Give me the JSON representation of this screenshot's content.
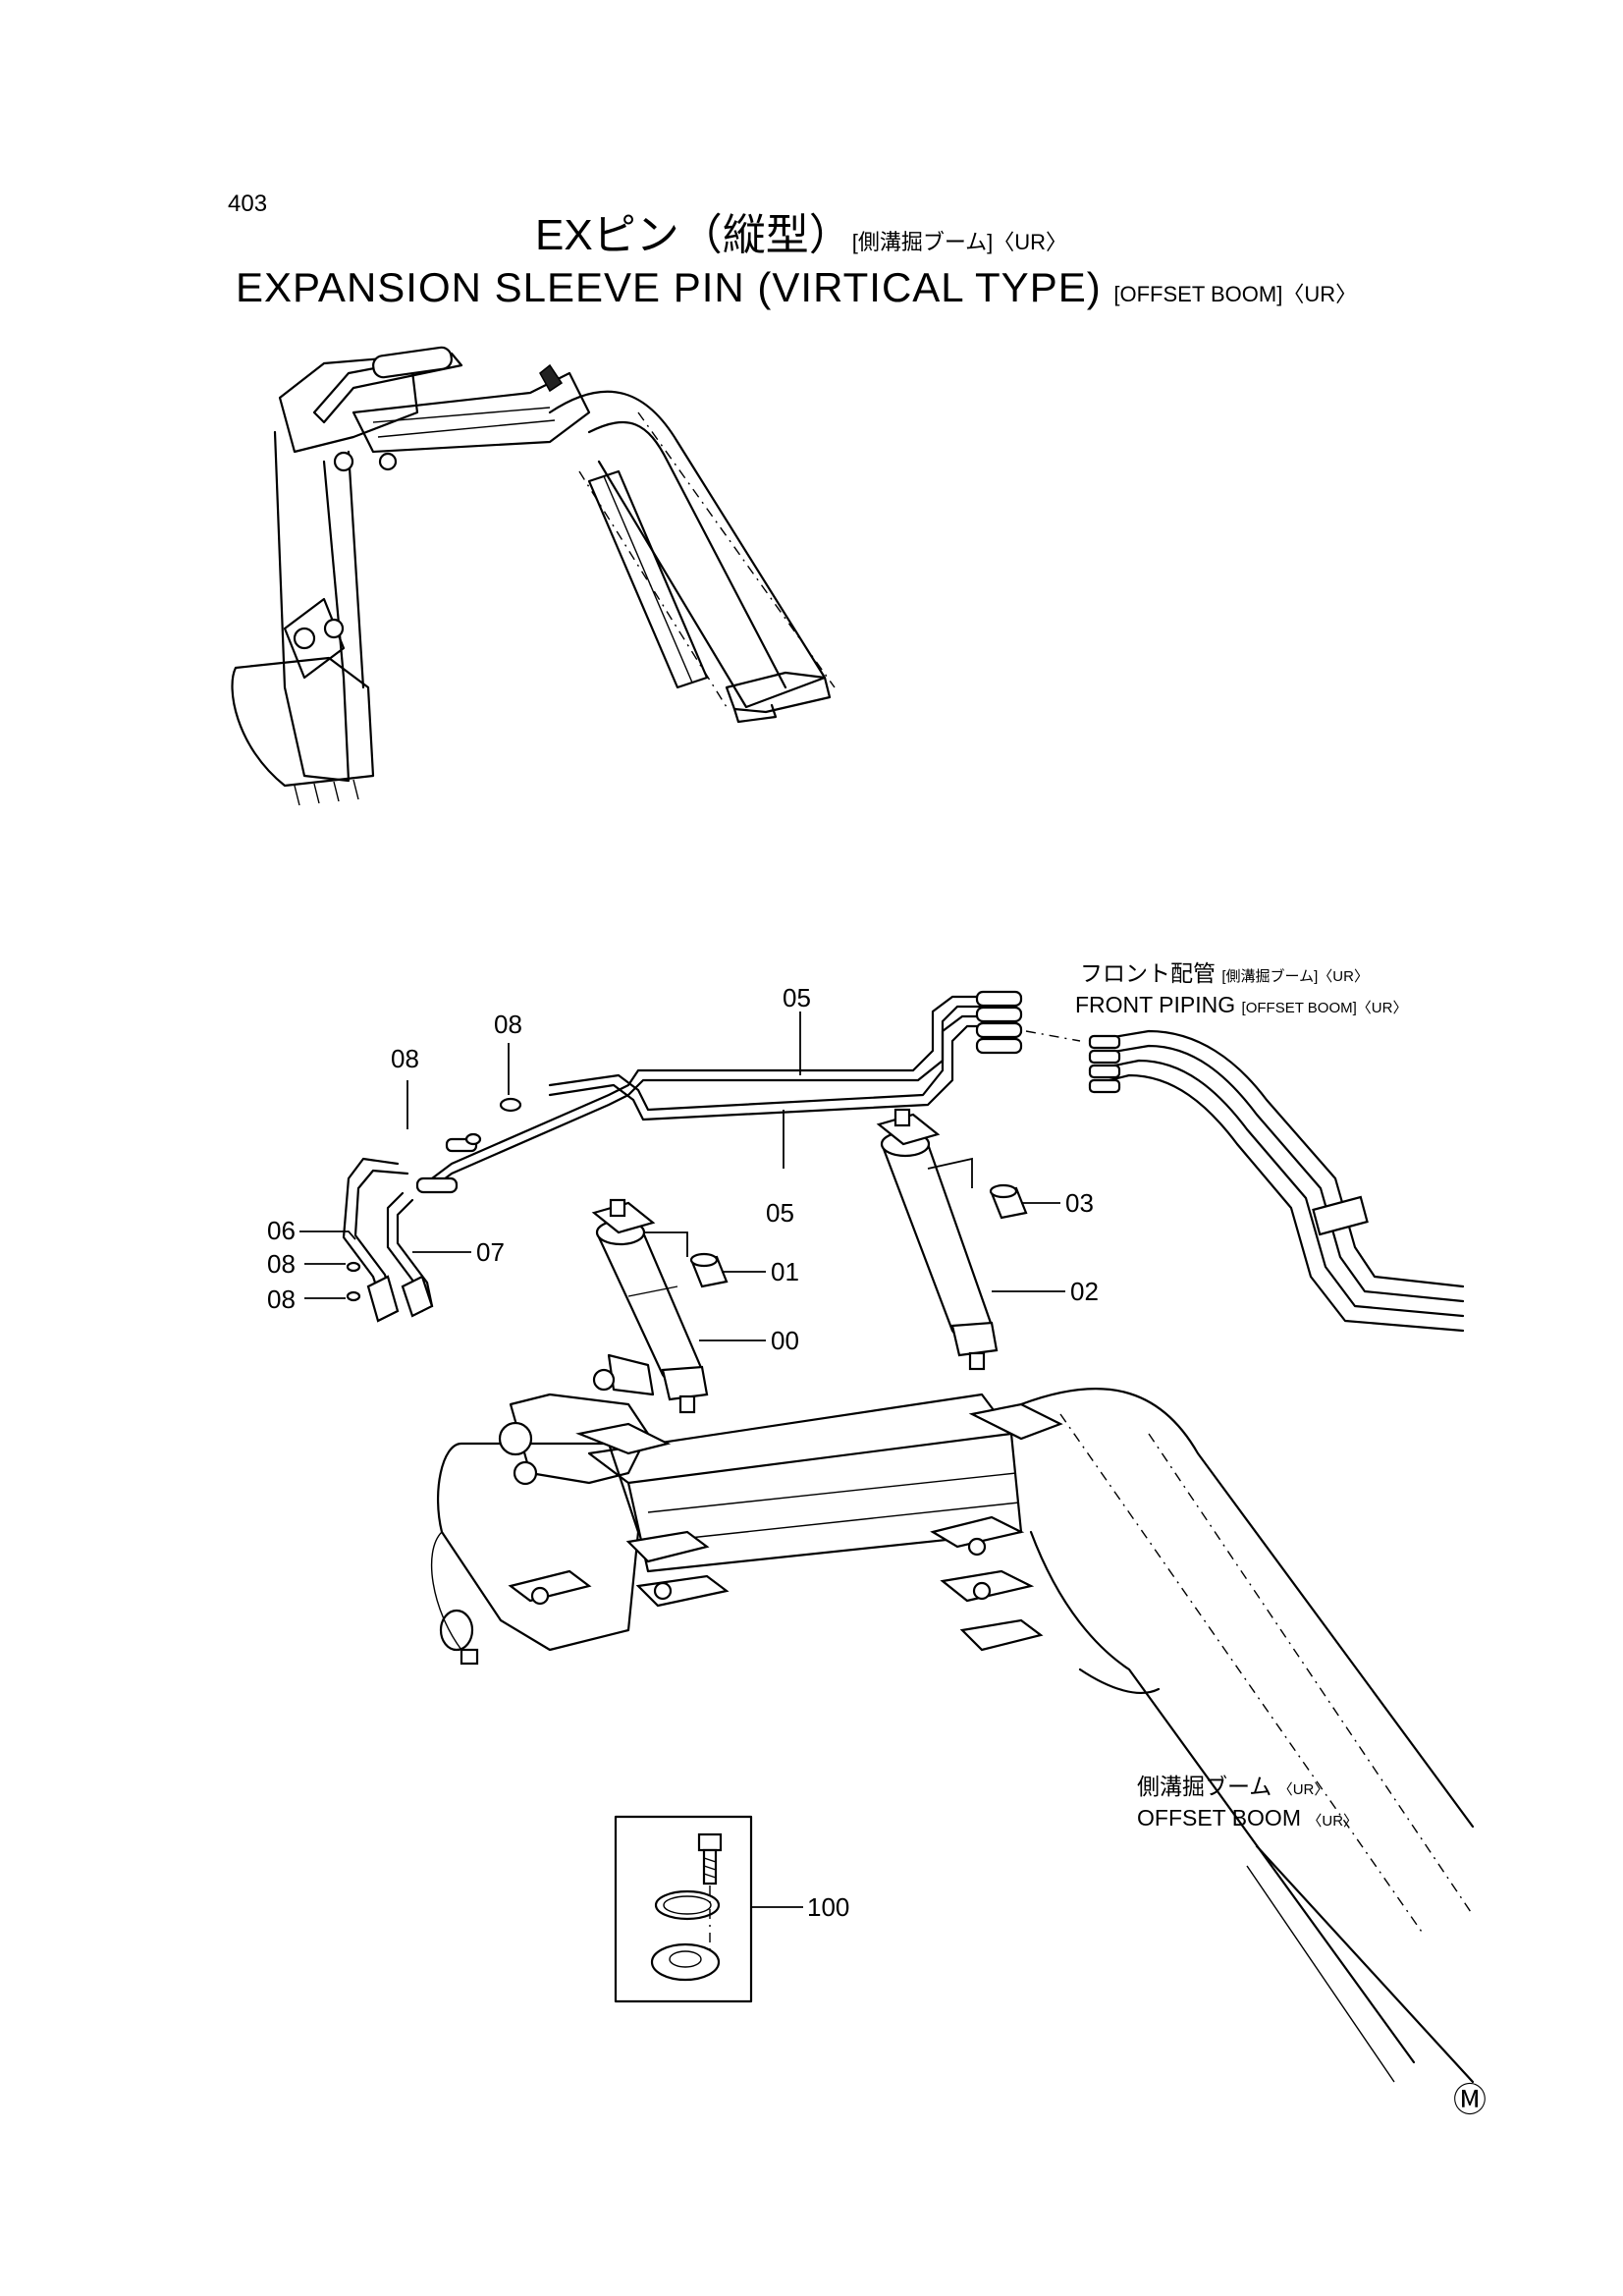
{
  "page": {
    "number": "403",
    "title_jp": "EXピン（縦型）",
    "title_jp_suffix": "[側溝掘ブーム]〈UR〉",
    "title_en": "EXPANSION SLEEVE PIN (VIRTICAL TYPE)",
    "title_en_suffix": "[OFFSET BOOM]〈UR〉"
  },
  "callouts": {
    "front_piping_jp": "フロント配管",
    "front_piping_jp_suffix": "[側溝掘ブーム]〈UR〉",
    "front_piping_en": "FRONT PIPING",
    "front_piping_en_suffix": "[OFFSET BOOM]〈UR〉",
    "offset_boom_jp": "側溝掘ブーム",
    "offset_boom_jp_suffix": "〈UR〉",
    "offset_boom_en": "OFFSET BOOM",
    "offset_boom_en_suffix": "〈UR〉"
  },
  "part_labels": {
    "p00": "00",
    "p01": "01",
    "p02": "02",
    "p03": "03",
    "p05_top": "05",
    "p05_bottom": "05",
    "p06": "06",
    "p07": "07",
    "p08_top": "08",
    "p08_left": "08",
    "p08_mid": "08",
    "p08_bottom": "08",
    "p100": "100"
  },
  "mark": {
    "symbol": "Ⓜ"
  }
}
